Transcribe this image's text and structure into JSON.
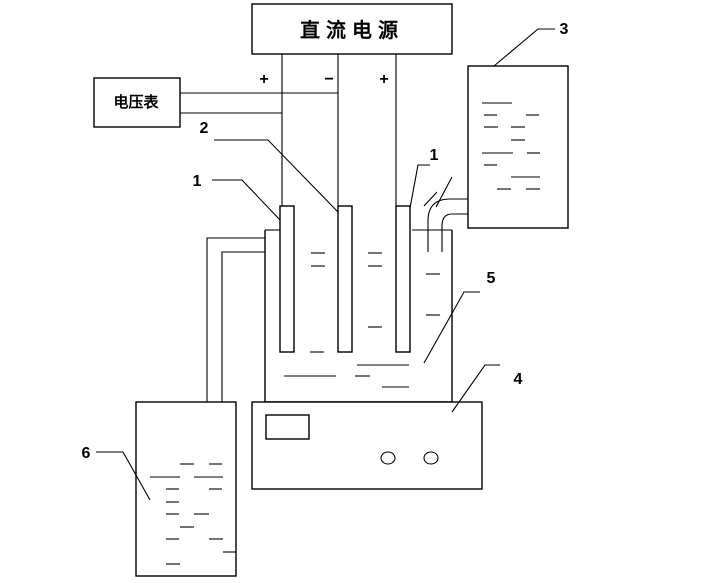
{
  "power_supply": {
    "label": "直流电源"
  },
  "voltmeter": {
    "label": "电压表"
  },
  "terminals": {
    "left": "+",
    "middle": "−",
    "right": "+"
  },
  "numbers": {
    "n1_left": "1",
    "n1_right": "1",
    "n2": "2",
    "n3": "3",
    "n4": "4",
    "n5": "5",
    "n6": "6"
  }
}
